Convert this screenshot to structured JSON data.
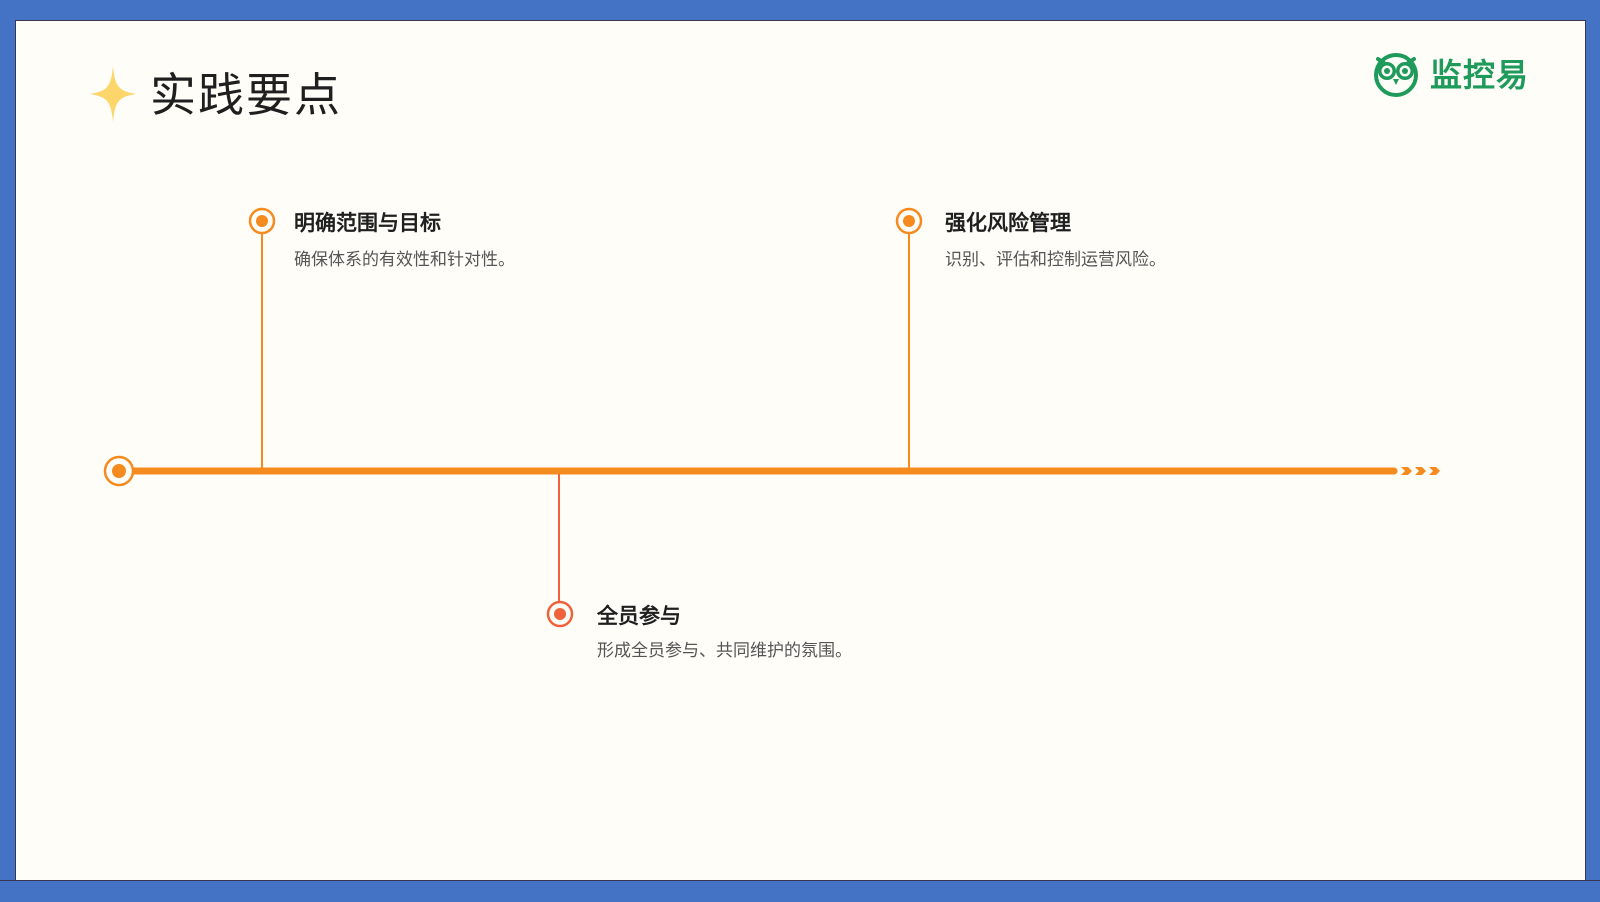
{
  "slide": {
    "title": "实践要点",
    "logo": {
      "text": "监控易",
      "icon": "owl-logo-icon",
      "color": "#1e9a5a"
    },
    "accent_color": "#f58a1f",
    "secondary_accent_color": "#f0633a",
    "frame_color": "#4472c4",
    "background_color": "#fefdf8"
  },
  "timeline": {
    "milestones": [
      {
        "title": "明确范围与目标",
        "description": "确保体系的有效性和针对性。",
        "position": "above"
      },
      {
        "title": "全员参与",
        "description": "形成全员参与、共同维护的氛围。",
        "position": "below"
      },
      {
        "title": "强化风险管理",
        "description": "识别、评估和控制运营风险。",
        "position": "above"
      }
    ]
  }
}
